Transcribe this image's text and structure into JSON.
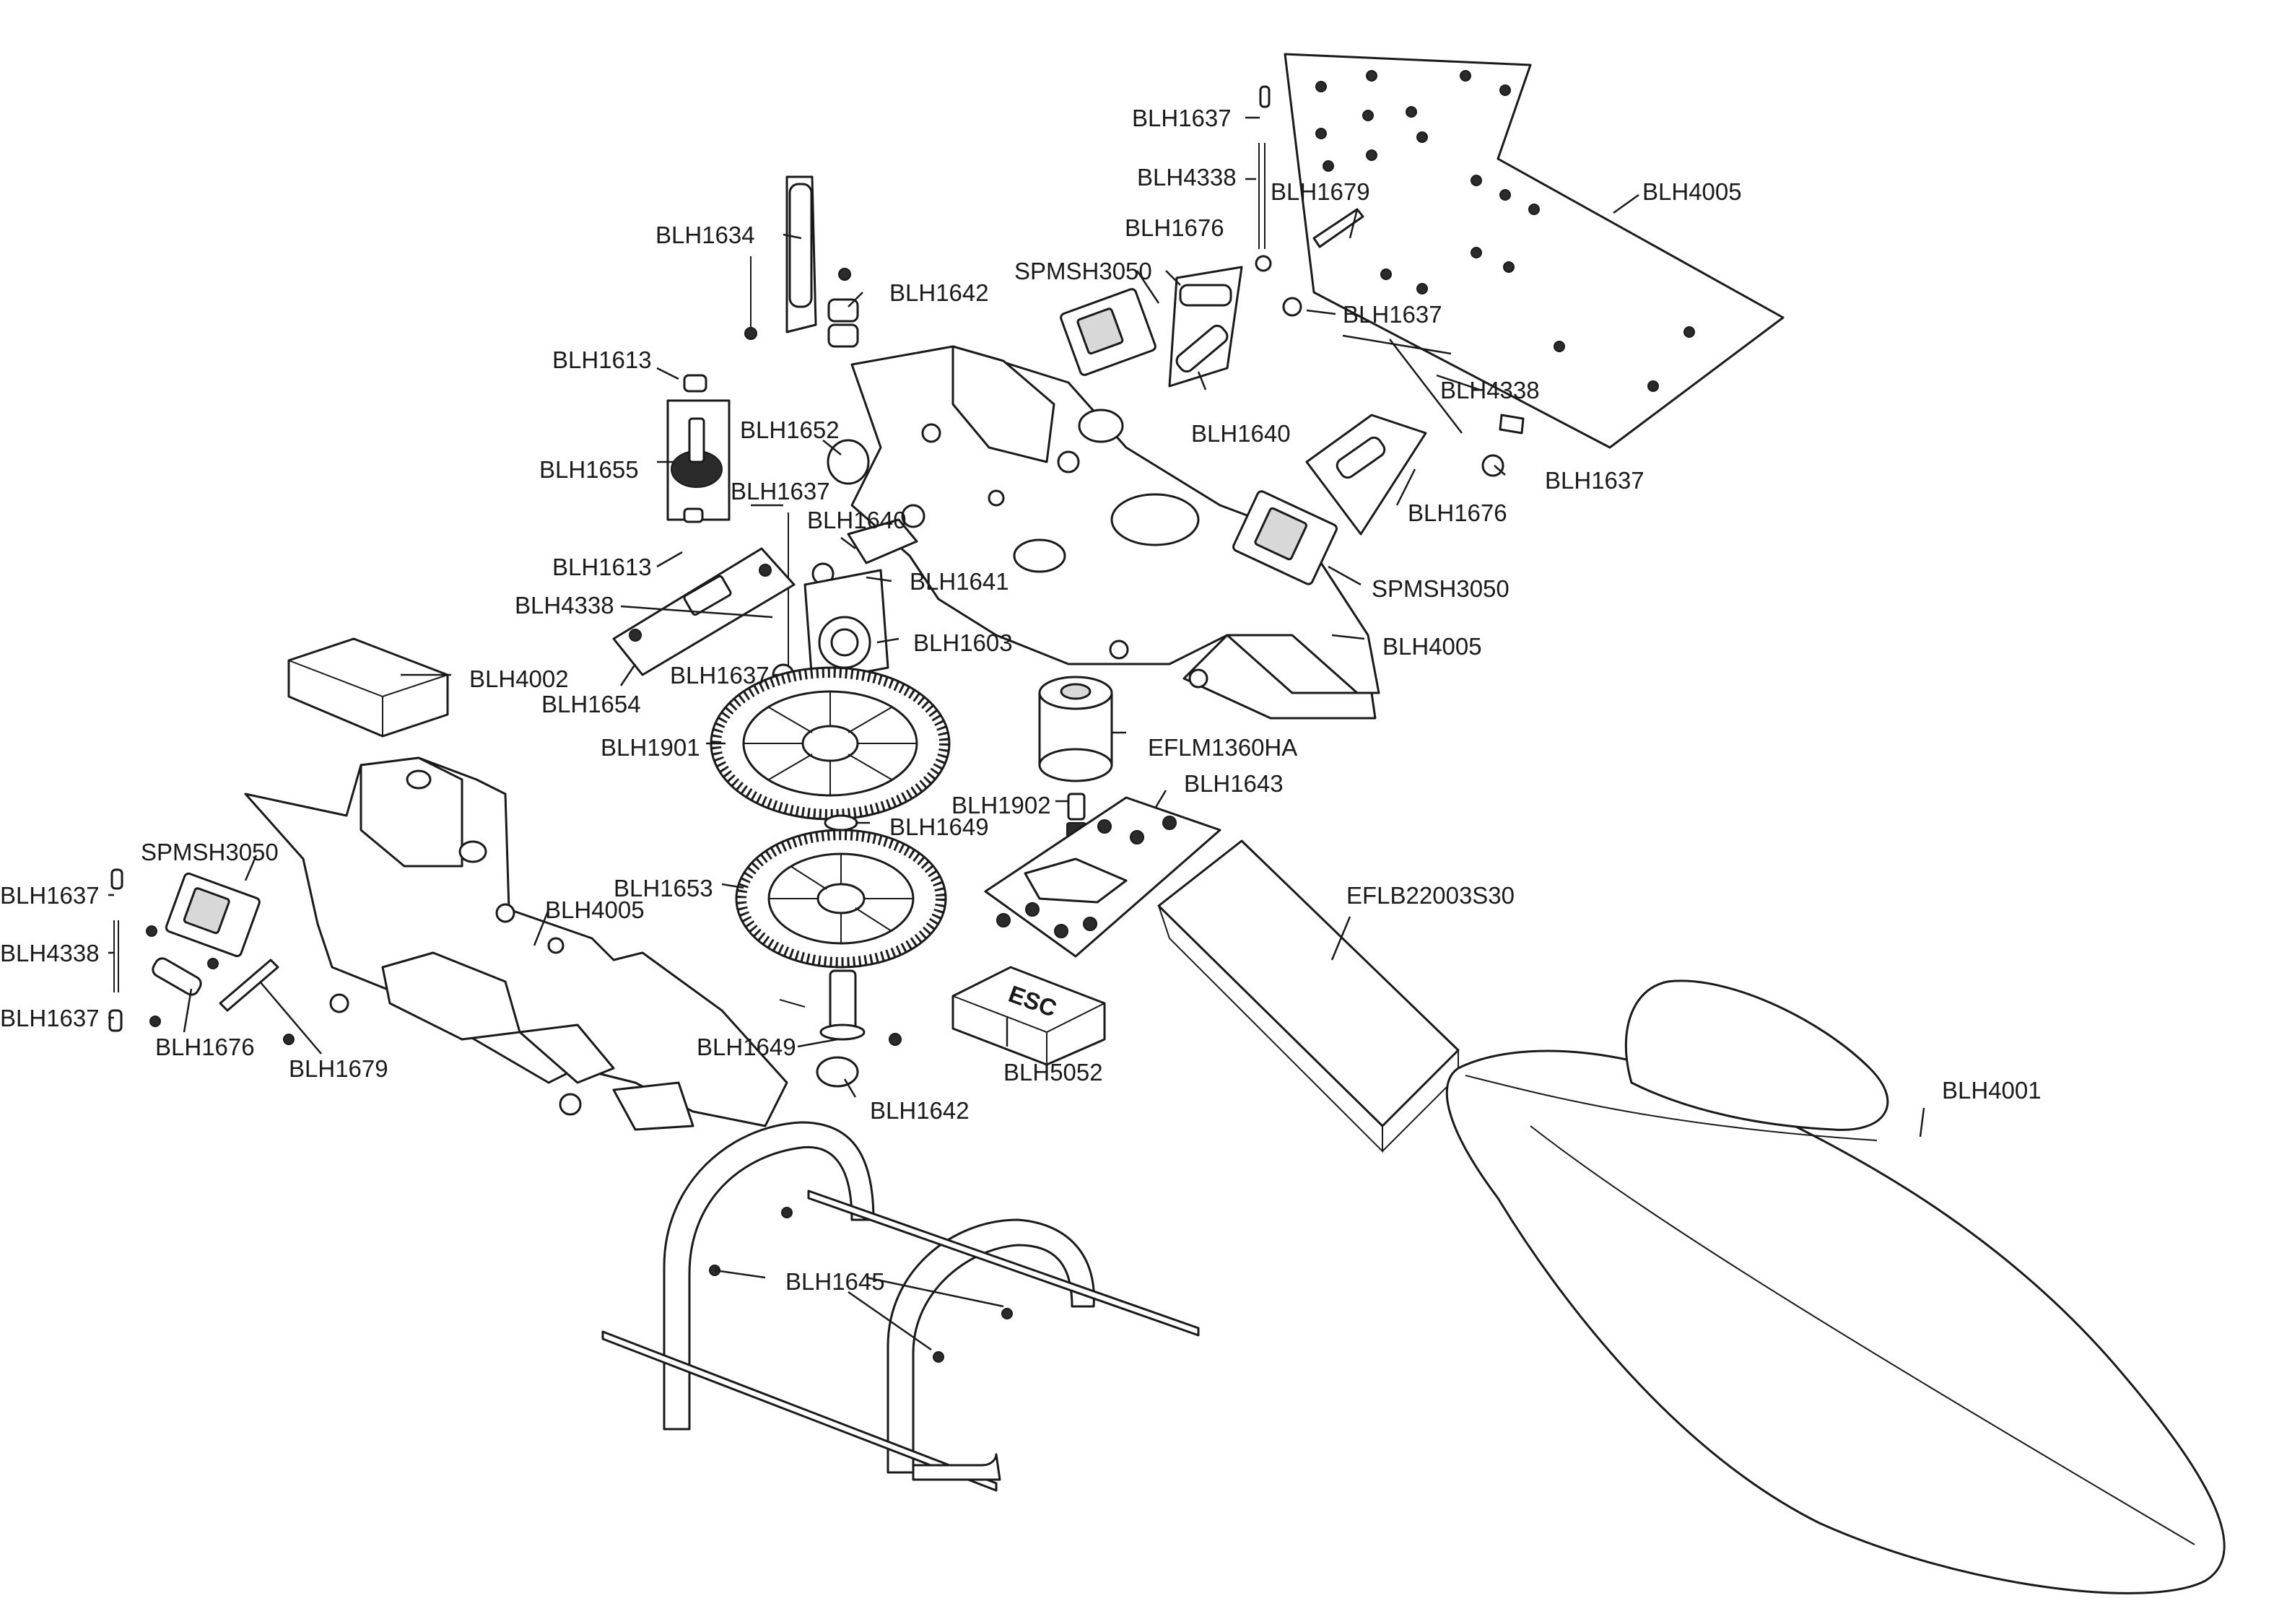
{
  "diagram": {
    "part_labels": {
      "blh4005_top": "BLH4005",
      "blh1637_tl": "BLH1637",
      "blh4338_t": "BLH4338",
      "blh1679_t": "BLH1679",
      "blh1676_t": "BLH1676",
      "spmsh3050_t": "SPMSH3050",
      "blh1637_t2": "BLH1637",
      "blh1640_t": "BLH1640",
      "blh4338_t2": "BLH4338",
      "blh1637_t3": "BLH1637",
      "blh1676_r": "BLH1676",
      "spmsh3050_r": "SPMSH3050",
      "blh4005_r": "BLH4005",
      "blh1634": "BLH1634",
      "blh1642_t": "BLH1642",
      "blh1613_t": "BLH1613",
      "blh1652": "BLH1652",
      "blh1655": "BLH1655",
      "blh1637_m": "BLH1637",
      "blh1640_m": "BLH1640",
      "blh1613_b": "BLH1613",
      "blh1641": "BLH1641",
      "blh4338_m": "BLH4338",
      "blh1603": "BLH1603",
      "blh1637_m2": "BLH1637",
      "blh4002": "BLH4002",
      "blh1654": "BLH1654",
      "blh1901": "BLH1901",
      "eflm1360ha": "EFLM1360HA",
      "blh1643": "BLH1643",
      "blh1902": "BLH1902",
      "blh1649_t": "BLH1649",
      "spmsh3050_l": "SPMSH3050",
      "blh1653": "BLH1653",
      "eflb22003s30": "EFLB22003S30",
      "blh1637_l": "BLH1637",
      "blh4005_l": "BLH4005",
      "blh4338_l": "BLH4338",
      "blh1637_l2": "BLH1637",
      "blh1676_l": "BLH1676",
      "blh1679_l": "BLH1679",
      "blh1649_b": "BLH1649",
      "blh5052": "BLH5052",
      "blh1642_b": "BLH1642",
      "blh4001": "BLH4001",
      "blh1645": "BLH1645"
    },
    "esc_marking": "ESC"
  }
}
